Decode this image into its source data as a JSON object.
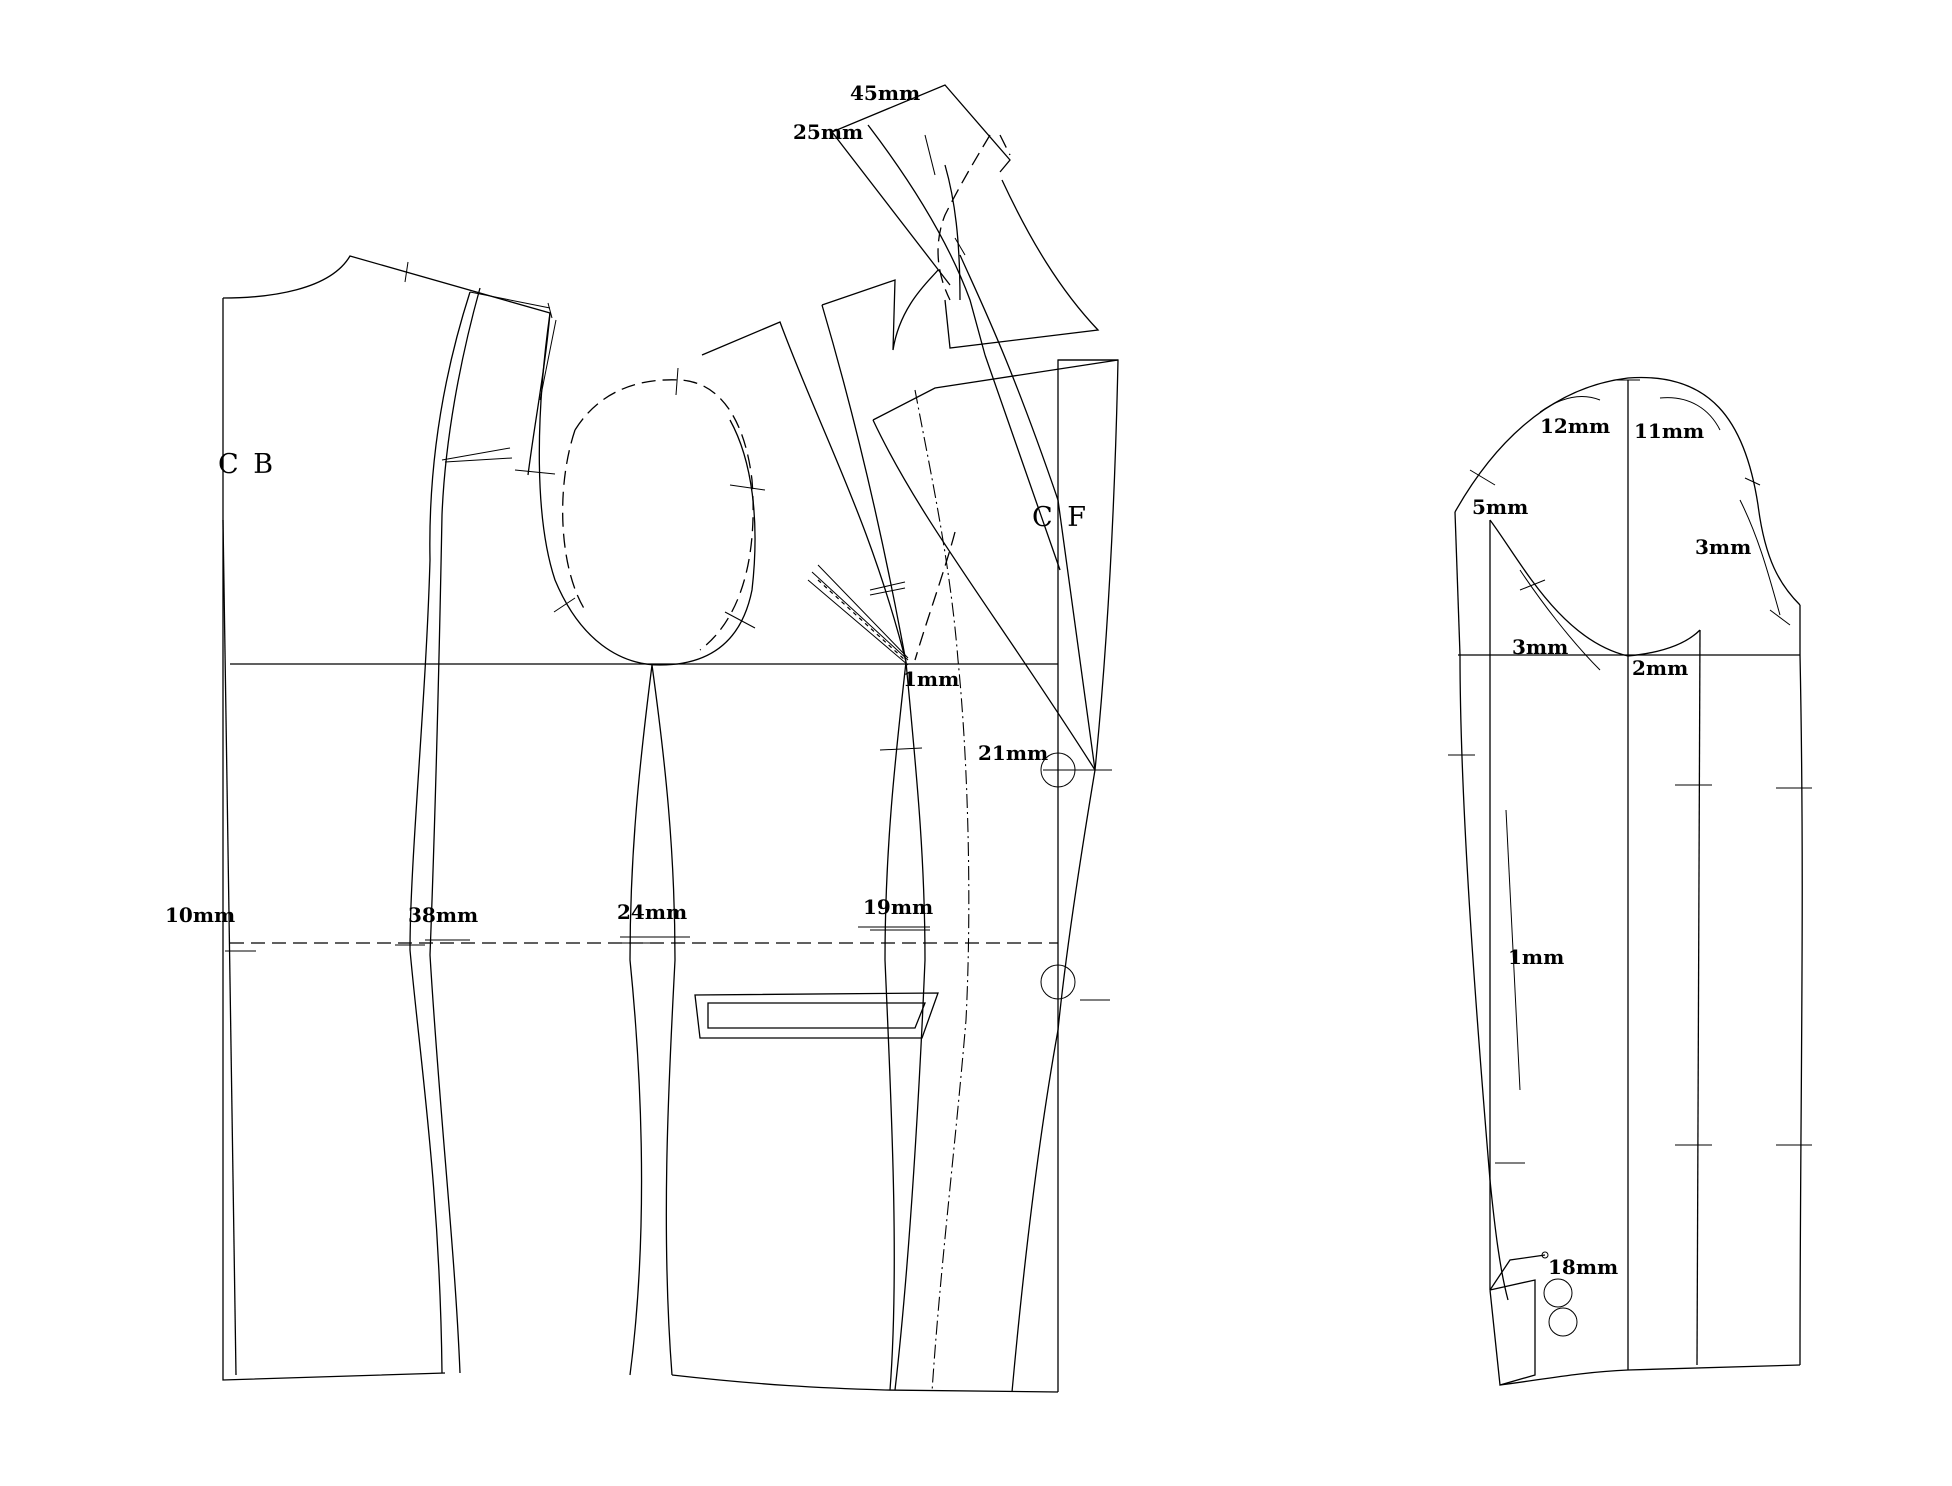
{
  "body_piece": {
    "center_back_label": "C B",
    "center_front_label": "C F",
    "measurements": {
      "collar_45": "45mm",
      "collar_25": "25mm",
      "dart_1": "1mm",
      "button_21": "21mm",
      "back_10": "10mm",
      "side_38": "38mm",
      "side_24": "24mm",
      "front_19": "19mm"
    }
  },
  "sleeve_piece": {
    "measurements": {
      "cap_12": "12mm",
      "cap_11": "11mm",
      "cap_5": "5mm",
      "cap_3_right": "3mm",
      "cap_3_left": "3mm",
      "cap_2": "2mm",
      "seam_1": "1mm",
      "cuff_18": "18mm"
    }
  }
}
